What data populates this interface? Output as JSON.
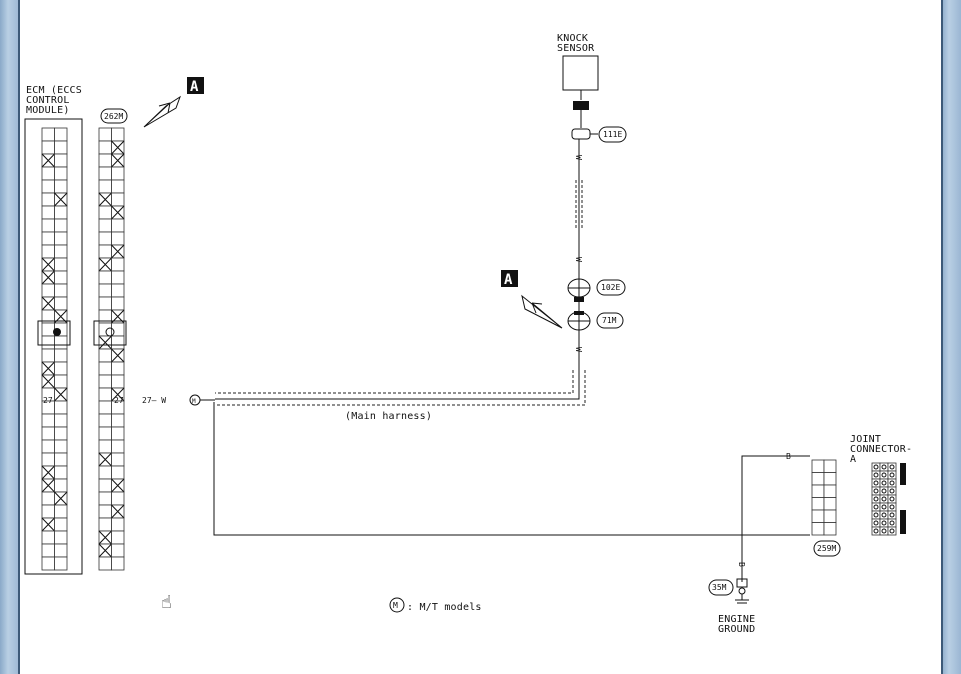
{
  "colors": {
    "ink": "#111111",
    "frame": "#9bb6d3",
    "background": "#ffffff"
  },
  "ecm": {
    "label_lines": [
      "ECM (ECCS",
      "CONTROL",
      "MODULE)"
    ],
    "connector_id": "262M",
    "pin_left": "27",
    "pin_right": "27"
  },
  "view_marker": {
    "letter": "A"
  },
  "knock_sensor": {
    "label_lines": [
      "KNOCK",
      "SENSOR"
    ],
    "connector_id": "111E",
    "wire_color": "W"
  },
  "inline_connectors": {
    "upper": "102E",
    "lower": "71M"
  },
  "wire": {
    "pin_label": "27— W",
    "mt_symbol": "M",
    "harness_label": "(Main harness)"
  },
  "joint_connector": {
    "label_lines": [
      "JOINT",
      "CONNECTOR-",
      "A"
    ],
    "wire_color": "B",
    "connector_id": "259M"
  },
  "engine_ground": {
    "label_lines": [
      "ENGINE",
      "GROUND"
    ],
    "connector_id": "35M",
    "wire_color": "B"
  },
  "legend": {
    "symbol": "M",
    "text": ": M/T models"
  }
}
